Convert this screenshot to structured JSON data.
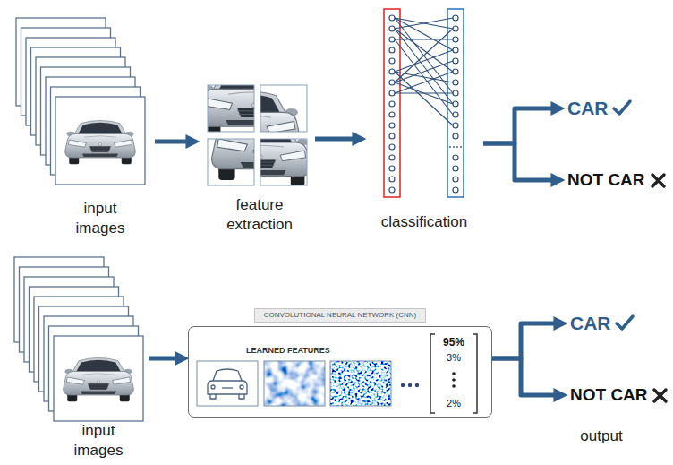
{
  "diagram": {
    "nodes": [
      {
        "text": [
          "input images"
        ]
      },
      {
        "text": [
          "feature extraction"
        ]
      },
      {
        "text": [
          "classification"
        ]
      },
      {
        "text": [
          "CAR"
        ]
      },
      {
        "text": [
          "NOT CAR"
        ]
      },
      {
        "text": [
          "input images"
        ]
      },
      {
        "text": [
          "CONVOLUTIONAL NEURAL NETWORK (CNN)",
          "LEARNED FEATURES"
        ]
      },
      {
        "text": [
          "95%",
          "3%",
          "2%"
        ],
        "in": 6
      },
      {
        "text": [
          "CAR"
        ]
      },
      {
        "text": [
          "NOT CAR"
        ]
      }
    ],
    "edges": [
      {
        "from": 0,
        "to": 1,
        "arrow": "to"
      },
      {
        "from": 1,
        "to": 2,
        "arrow": "to"
      },
      {
        "from": 2,
        "to": 3,
        "arrow": "to"
      },
      {
        "from": 2,
        "to": 4,
        "arrow": "to"
      },
      {
        "from": 5,
        "to": 6,
        "arrow": "to"
      },
      {
        "from": 6,
        "to": 8,
        "arrow": "to"
      },
      {
        "from": 6,
        "to": 9,
        "arrow": "to"
      }
    ],
    "labels": [
      "output"
    ]
  }
}
